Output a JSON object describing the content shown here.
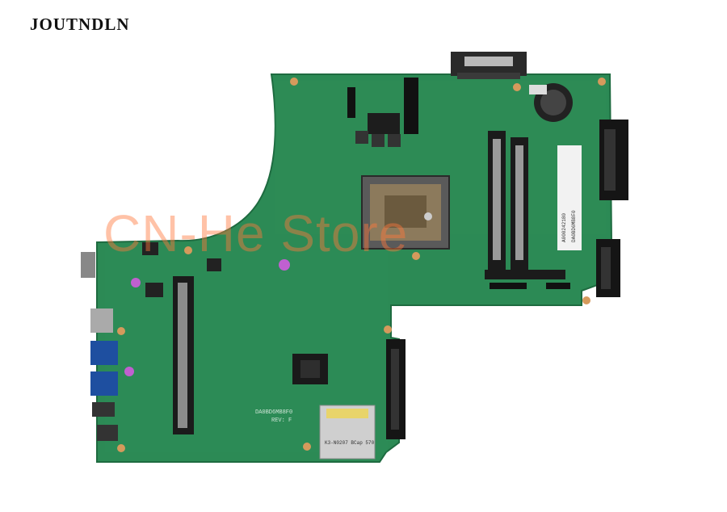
{
  "brand": {
    "name": "JOUTNDLN"
  },
  "watermark": {
    "text": "CN-He Store"
  },
  "board_labels": {
    "model_code": "DA0BD6MB8F0",
    "revision": "REV: F",
    "sticker_code": "A000242180",
    "sticker_code_2": "DA0BD6MB8F0",
    "sd_reader_code": "K3-N0207 BCap 570"
  },
  "colors": {
    "pcb": "#2c8a55",
    "pcb_dark": "#1e6b40",
    "watermark": "#ff7a3c"
  }
}
